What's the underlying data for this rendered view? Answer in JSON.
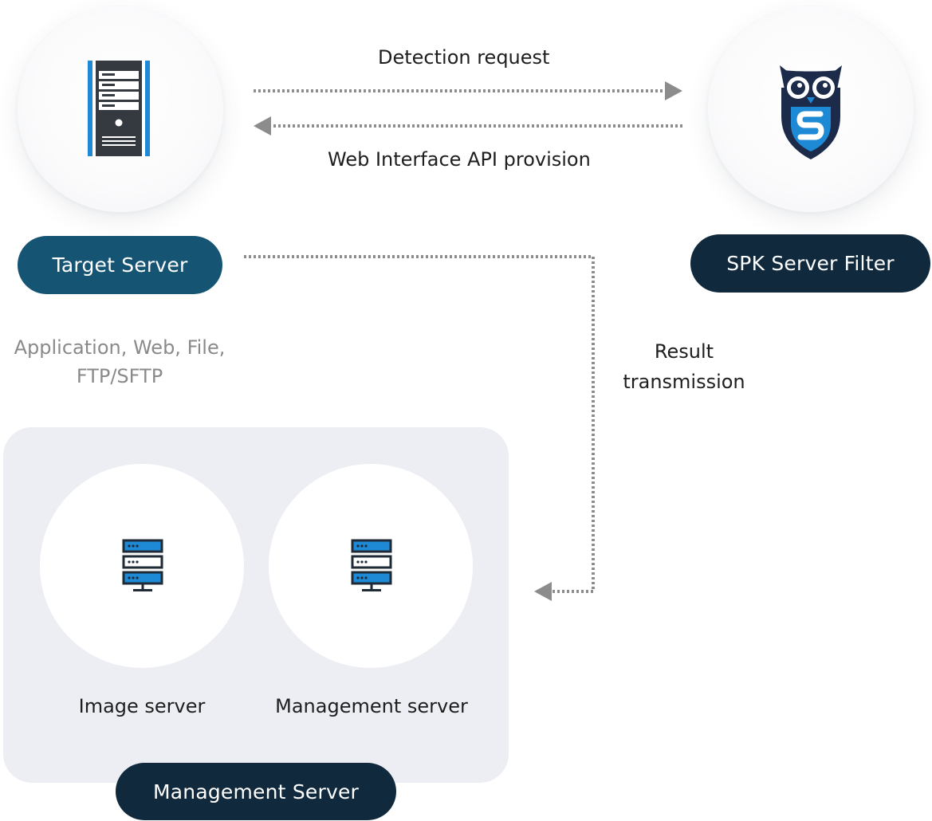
{
  "nodes": {
    "target_server": {
      "label": "Target Server",
      "description_line1": "Application, Web, File,",
      "description_line2": "FTP/SFTP"
    },
    "spk_filter": {
      "label": "SPK Server Filter"
    },
    "management_group": {
      "label": "Management Server",
      "image_server_label": "Image server",
      "management_server_label": "Management server"
    }
  },
  "edges": {
    "detection_request": "Detection request",
    "api_provision": "Web Interface API provision",
    "result_line1": "Result",
    "result_line2": "transmission"
  },
  "icons": {
    "target": "server-tower-icon",
    "spk": "owl-shield-logo",
    "image_server": "server-rack-icon",
    "management_server": "server-rack-icon"
  },
  "colors": {
    "target_pill": "#165473",
    "dark_pill": "#10293c",
    "accent_blue": "#1e8ad6",
    "arrow_grey": "#8c8c8c",
    "panel_bg": "#eceef3"
  }
}
